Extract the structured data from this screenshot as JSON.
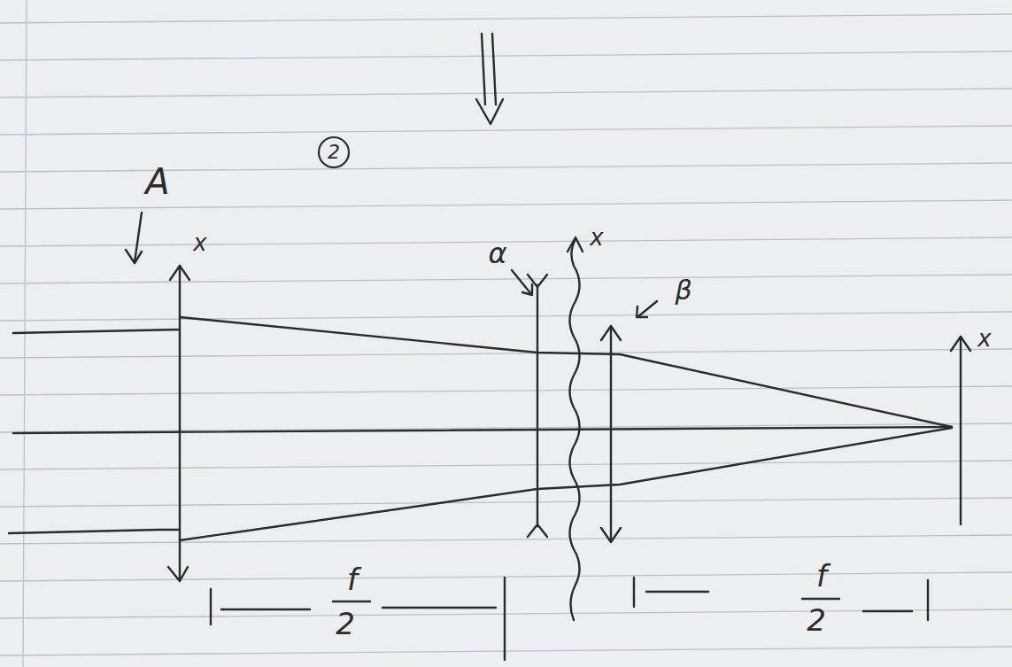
{
  "diagram": {
    "nodes": [
      {
        "text": [
          "2"
        ]
      }
    ],
    "labels": [
      "A",
      "x",
      "α",
      "x",
      "β",
      "x",
      "f",
      "2",
      "f",
      "2"
    ]
  }
}
